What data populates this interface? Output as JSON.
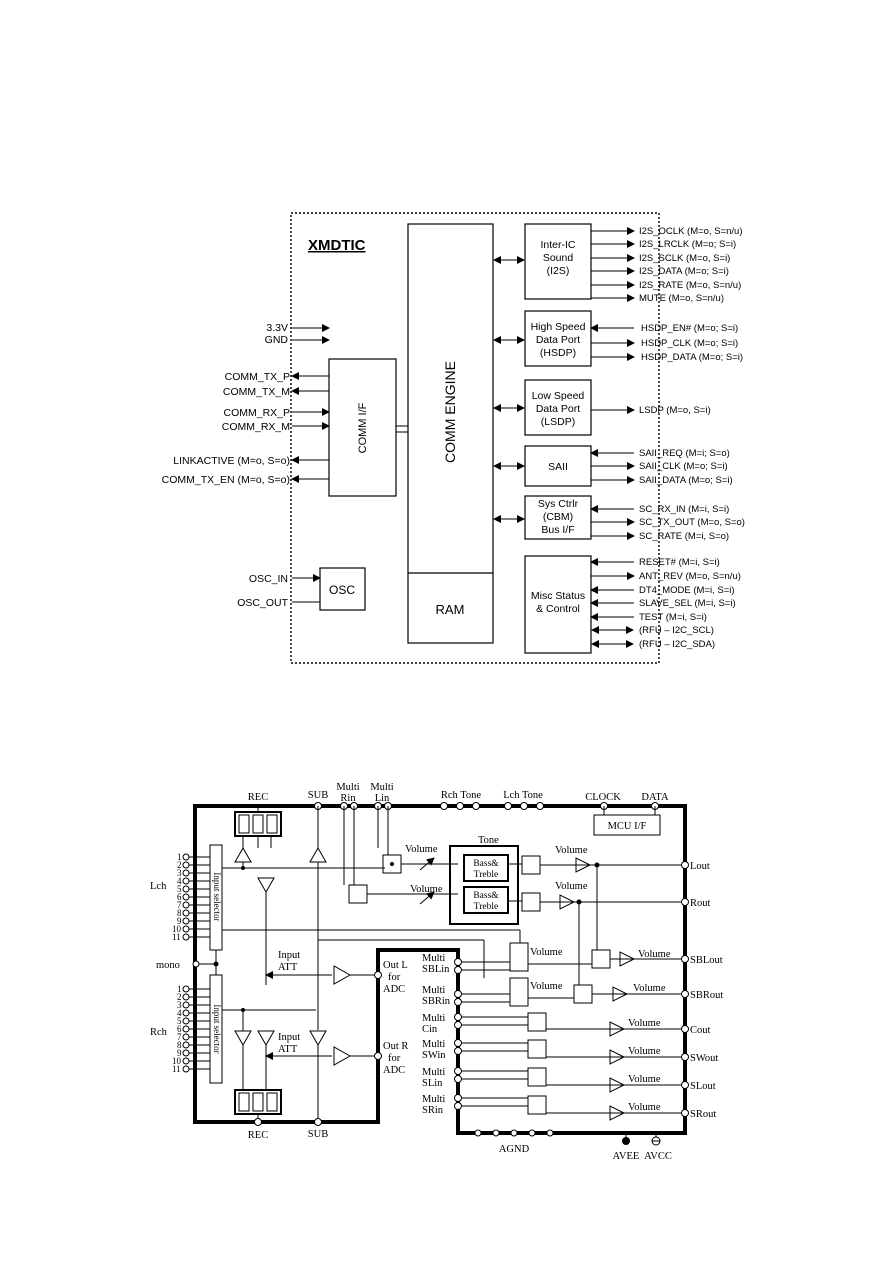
{
  "diagram1": {
    "title": "XMDTIC",
    "comm_engine": "COMM ENGINE",
    "ram": "RAM",
    "comm_if": "COMM I/F",
    "osc": "OSC",
    "power": [
      "3.3V",
      "GND"
    ],
    "left_signals": [
      "COMM_TX_P",
      "COMM_TX_M",
      "COMM_RX_P",
      "COMM_RX_M",
      "LINKACTIVE (M=o, S=o)",
      "COMM_TX_EN (M=o, S=o)"
    ],
    "osc_signals": [
      "OSC_IN",
      "OSC_OUT"
    ],
    "blocks": {
      "i2s": [
        "Inter-IC",
        "Sound",
        "(I2S)"
      ],
      "hsdp": [
        "High Speed",
        "Data Port",
        "(HSDP)"
      ],
      "lsdp": [
        "Low Speed",
        "Data Port",
        "(LSDP)"
      ],
      "saii": [
        "SAII"
      ],
      "sysctrl": [
        "Sys Ctrlr",
        "(CBM)",
        "Bus I/F"
      ],
      "misc": [
        "Misc Status",
        "& Control"
      ]
    },
    "right_signals": {
      "i2s": [
        "I2S_OCLK (M=o, S=n/u)",
        "I2S_LRCLK (M=o; S=i)",
        "I2S_SCLK (M=o, S=i)",
        "I2S_DATA  (M=o; S=i)",
        "I2S_RATE (M=o, S=n/u)",
        "MUTE (M=o, S=n/u)"
      ],
      "hsdp": [
        "HSDP_EN# (M=o; S=i)",
        "HSDP_CLK (M=o; S=i)",
        "HSDP_DATA (M=o; S=i)"
      ],
      "lsdp": [
        "LSDP (M=o, S=i)"
      ],
      "saii": [
        "SAII_REQ (M=i; S=o)",
        "SAII_CLK (M=o; S=i)",
        "SAII_DATA (M=o; S=i)"
      ],
      "sysctrl": [
        "SC_RX_IN (M=i, S=i)",
        "SC_TX_OUT (M=o, S=o)",
        "SC_RATE (M=i, S=o)"
      ],
      "misc": [
        "RESET# (M=i, S=i)",
        "ANT_REV (M=o, S=n/u)",
        "DT4_MODE (M=i, S=i)",
        "SLAVE_SEL (M=i, S=i)",
        "TEST (M=i, S=i)",
        "(RFU – I2C_SCL)",
        "(RFU – I2C_SDA)"
      ]
    }
  },
  "diagram2": {
    "top_labels": [
      "REC",
      "SUB",
      "Multi",
      "Rin",
      "Multi",
      "Lin",
      "Rch Tone",
      "Lch Tone",
      "CLOCK",
      "DATA"
    ],
    "mcu": "MCU  I/F",
    "tone": "Tone",
    "bass_treble": [
      "Bass&",
      "Treble"
    ],
    "volume": "Volume",
    "lch": "Lch",
    "rch": "Rch",
    "mono": "mono",
    "input_selector": "Input selector",
    "input_numbers": [
      "1",
      "2",
      "3",
      "4",
      "5",
      "6",
      "7",
      "8",
      "9",
      "10",
      "11"
    ],
    "input_att": [
      "Input",
      "ATT"
    ],
    "out_l": [
      "Out L",
      "for",
      "ADC"
    ],
    "out_r": [
      "Out R",
      "for",
      "ADC"
    ],
    "multi_inputs": [
      [
        "Multi",
        "SBLin"
      ],
      [
        "Multi",
        "SBRin"
      ],
      [
        "Multi",
        "Cin"
      ],
      [
        "Multi",
        "SWin"
      ],
      [
        "Multi",
        "SLin"
      ],
      [
        "Multi",
        "SRin"
      ]
    ],
    "outputs": [
      "Lout",
      "Rout",
      "SBLout",
      "SBRout",
      "Cout",
      "SWout",
      "SLout",
      "SRout"
    ],
    "bottom_labels": [
      "REC",
      "SUB",
      "AGND",
      "AVEE",
      "AVCC"
    ]
  }
}
